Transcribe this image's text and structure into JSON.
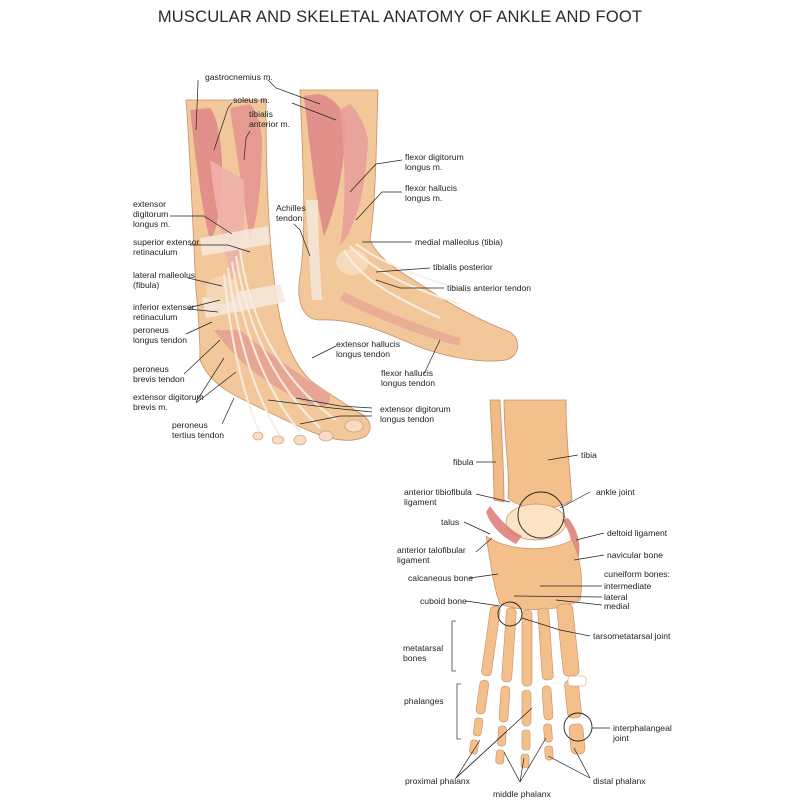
{
  "title": "MUSCULAR AND SKELETAL ANATOMY OF ANKLE AND FOOT",
  "muscular_labels": {
    "gastrocnemius": "gastrocnemius m.",
    "soleus": "soleus m.",
    "tibialis_anterior_1": "tibialis",
    "tibialis_anterior_2": "anterior m.",
    "ext_dig_longus_1": "extensor",
    "ext_dig_longus_2": "digitorum",
    "ext_dig_longus_3": "longus m.",
    "sup_ext_ret_1": "superior extensor",
    "sup_ext_ret_2": "retinaculum",
    "lat_malleolus_1": "lateral malleolus",
    "lat_malleolus_2": "(fibula)",
    "inf_ext_ret_1": "inferior extensor",
    "inf_ext_ret_2": "retinaculum",
    "per_longus_1": "peroneus",
    "per_longus_2": "longus tendon",
    "per_brevis_1": "peroneus",
    "per_brevis_2": "brevis tendon",
    "ext_dig_brevis_1": "extensor digitorum",
    "ext_dig_brevis_2": "brevis m.",
    "per_tertius_1": "peroneus",
    "per_tertius_2": "tertius tendon",
    "achilles_1": "Achilles",
    "achilles_2": "tendon",
    "flex_dig_longus_1": "flexor digitorum",
    "flex_dig_longus_2": "longus m.",
    "flex_hal_longus_1": "flexor hallucis",
    "flex_hal_longus_2": "longus m.",
    "med_malleolus": "medial malleolus (tibia)",
    "tib_posterior": "tibialis posterior",
    "tib_anterior_tendon": "tibialis anterior tendon",
    "ext_hal_longus_tendon_1": "extensor hallucis",
    "ext_hal_longus_tendon_2": "longus tendon",
    "flex_hal_longus_tendon_1": "flexor hallucis",
    "flex_hal_longus_tendon_2": "longus tendon",
    "ext_dig_longus_tendon_1": "extensor digitorum",
    "ext_dig_longus_tendon_2": "longus tendon"
  },
  "skeletal_labels": {
    "fibula": "fibula",
    "tibia": "tibia",
    "ant_tibiofibula_1": "anterior tibiofibula",
    "ant_tibiofibula_2": "ligament",
    "ankle_joint": "ankle joint",
    "talus": "talus",
    "deltoid": "deltoid ligament",
    "ant_talofibular_1": "anterior talofibular",
    "ant_talofibular_2": "ligament",
    "navicular": "navicular bone",
    "calcaneous": "calcaneous bone",
    "cuneiform": "cuneiform bones:",
    "intermediate": "intermediate",
    "lateral": "lateral",
    "medial": "medial",
    "cuboid": "cuboid bone",
    "tarsometatarsal": "tarsometatarsal joint",
    "metatarsal_1": "metatarsal",
    "metatarsal_2": "bones",
    "phalanges": "phalanges",
    "interphalangeal_1": "interphalangeal",
    "interphalangeal_2": "joint",
    "proximal_phalanx": "proximal phalanx",
    "middle_phalanx": "middle phalanx",
    "distal_phalanx": "distal phalanx"
  },
  "colors": {
    "skin": "#f2c79a",
    "muscle": "#e08a88",
    "muscle_light": "#f0b3ae",
    "tendon": "#f4ece0",
    "bone": "#f3c08c",
    "bone_light": "#fbe3c3",
    "ligament": "#d9726e"
  }
}
